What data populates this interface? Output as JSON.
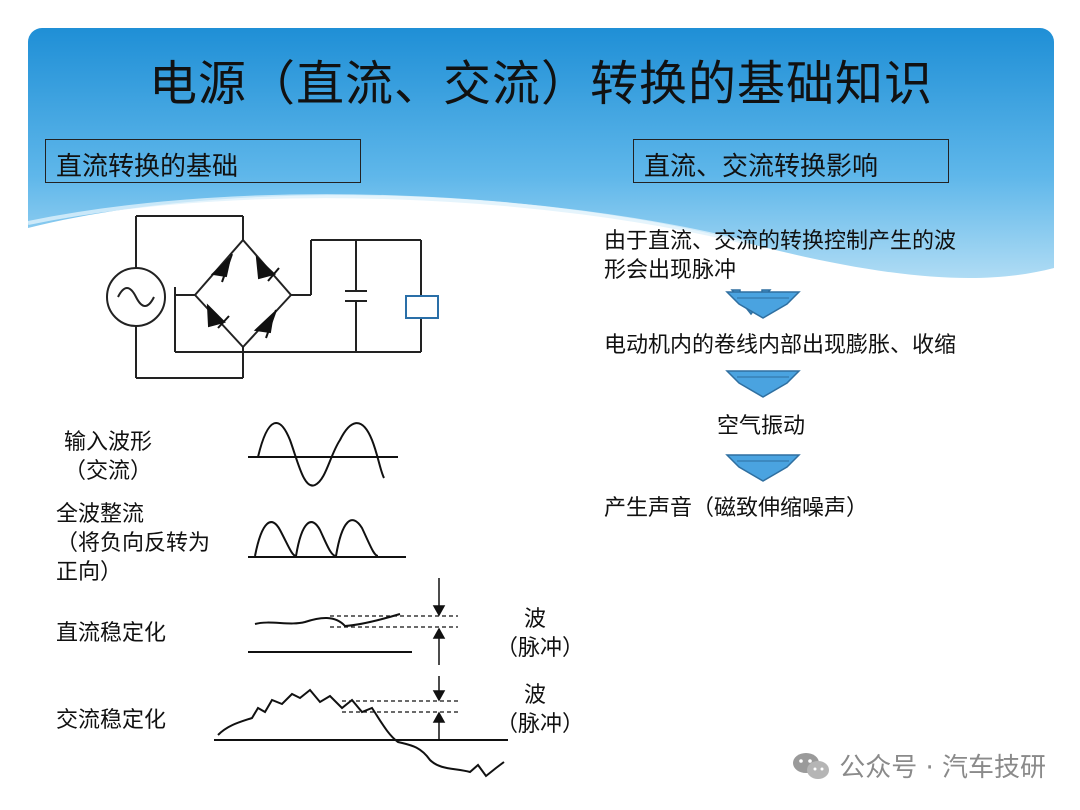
{
  "title": "电源（直流、交流）转换的基础知识",
  "left_header": "直流转换的基础",
  "right_header": "直流、交流转换影响",
  "waveforms": {
    "input": [
      "输入波形",
      "（交流）"
    ],
    "fullwave": [
      "全波整流",
      "（将负向反转为",
      "正向）"
    ],
    "dc_stable": "直流稳定化",
    "ac_stable": "交流稳定化",
    "ripple1": [
      "波",
      "（脉冲）"
    ],
    "ripple2": [
      "波",
      "（脉冲）"
    ]
  },
  "flow": {
    "step1": [
      "由于直流、交流的转换控制产生的波",
      "形会出现脉冲"
    ],
    "step2": "电动机内的卷线内部出现膨胀、收缩",
    "step3": "空气振动",
    "step4": "产生声音（磁致伸缩噪声）"
  },
  "watermark": "公众号 · 汽车技研",
  "colors": {
    "banner_top": "#1f8fd6",
    "banner_bottom": "#bfe3f6",
    "arrow": "#4aa3e0"
  }
}
